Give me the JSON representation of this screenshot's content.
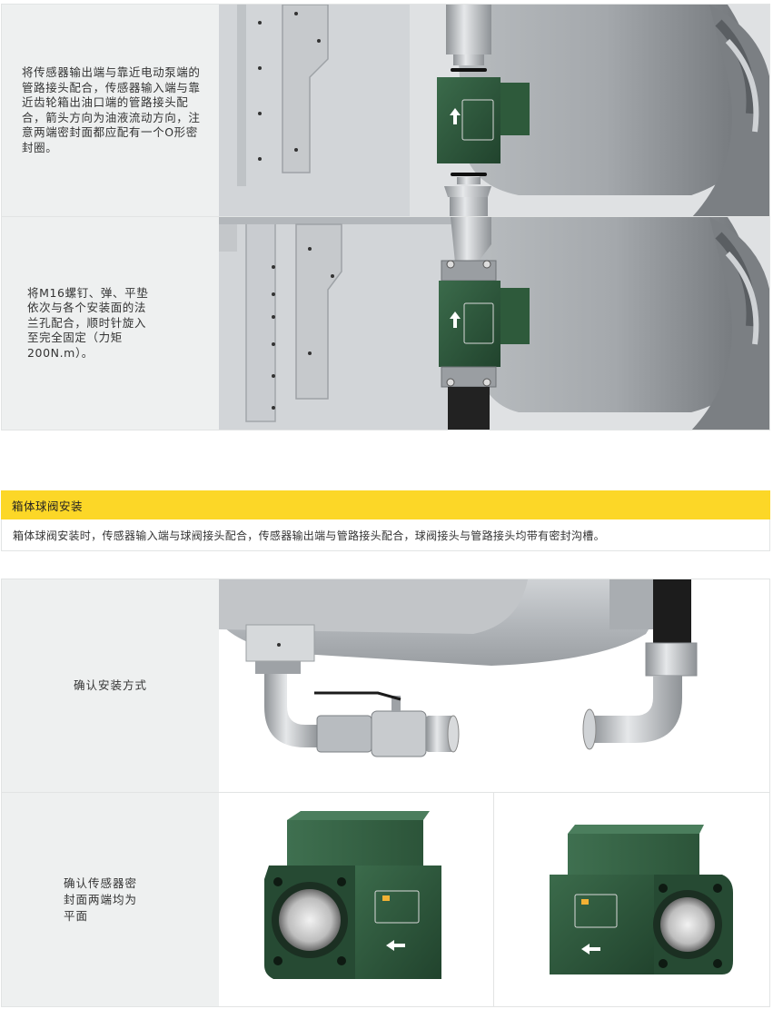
{
  "steps": [
    {
      "text": "将传感器输出端与靠近电动泵端的管路接头配合，传感器输入端与靠近齿轮箱出油口端的管路接头配合，箭头方向为油液流动方向，注意两端密封面都应配有一个O形密封圈。"
    },
    {
      "text": "将M16螺钉、弹、平垫依次与各个安装面的法兰孔配合，顺时针旋入至完全固定（力矩200N.m）。"
    }
  ],
  "section": {
    "title": "箱体球阀安装",
    "description": "箱体球阀安装时，传感器输入端与球阀接头配合，传感器输出端与管路接头配合，球阀接头与管路接头均带有密封沟槽。"
  },
  "steps2": [
    {
      "text": "确认安装方式"
    },
    {
      "text": "确认传感器密封面两端均为平面"
    }
  ],
  "colors": {
    "accent": "#fcd727",
    "cell_bg": "#eef0f0",
    "sensor_green": "#2f5a3e"
  },
  "icons": [
    "up-arrow-icon",
    "left-arrow-icon"
  ]
}
